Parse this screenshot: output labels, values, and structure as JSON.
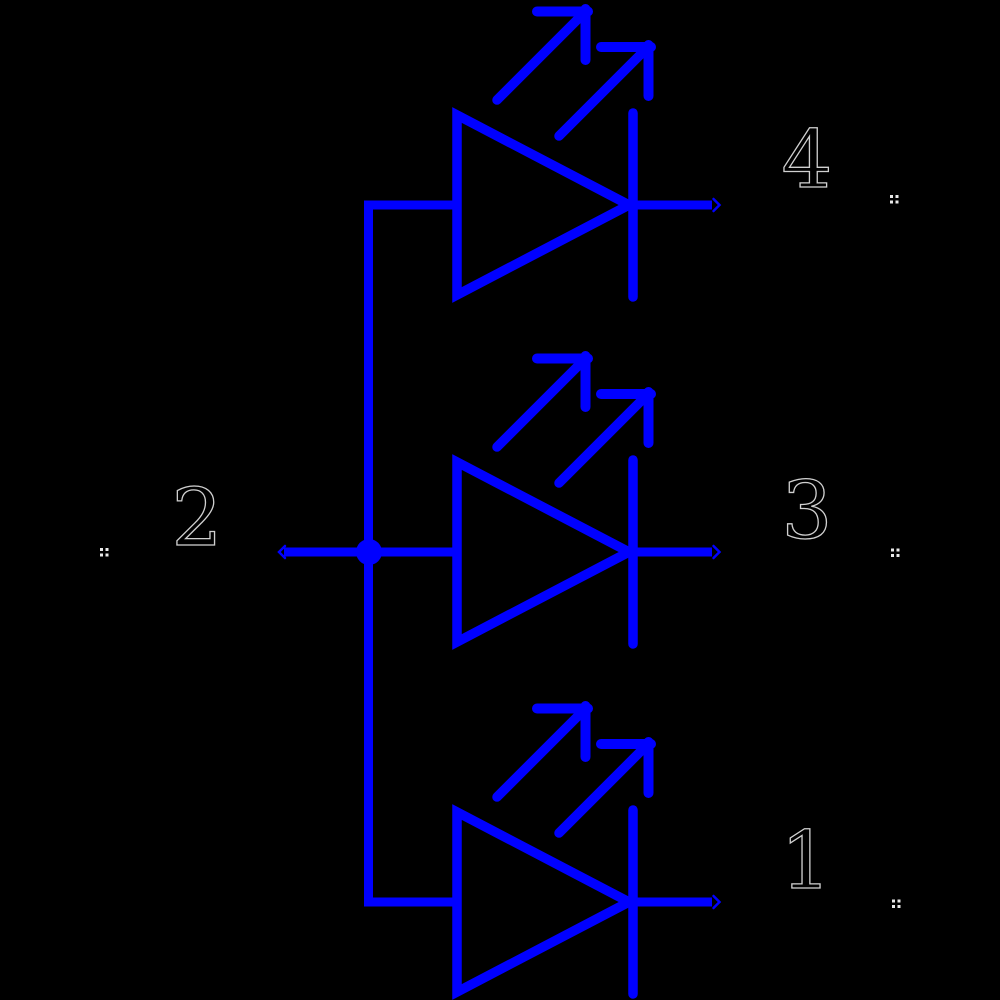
{
  "colors": {
    "background": "#000000",
    "wire": "#0000ff",
    "label_fill": "#000000",
    "label_outline": "#d0d0d0",
    "pin_marker": "#e9e9e9"
  },
  "labels": {
    "input": "2",
    "output_top": "4",
    "output_middle": "3",
    "output_bottom": "1"
  },
  "components": [
    {
      "name": "led-top",
      "type": "led",
      "anode_node_label": "2",
      "cathode_node_label": "4"
    },
    {
      "name": "led-middle",
      "type": "led",
      "anode_node_label": "2",
      "cathode_node_label": "3"
    },
    {
      "name": "led-bottom",
      "type": "led",
      "anode_node_label": "2",
      "cathode_node_label": "1"
    }
  ],
  "topology": "three LEDs in parallel on a common vertical bus fed from node 2"
}
